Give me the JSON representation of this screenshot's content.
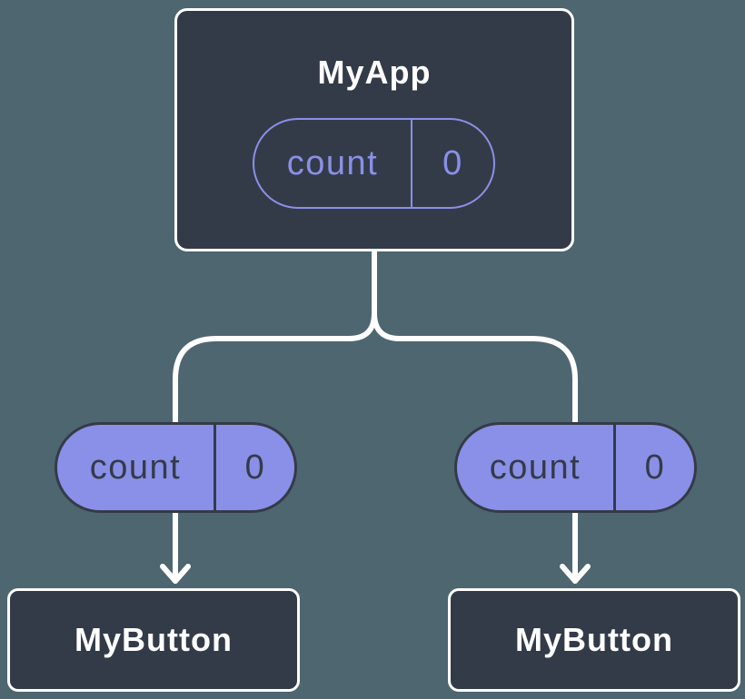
{
  "colors": {
    "background": "#4D6670",
    "node_fill": "#343B48",
    "node_border": "#FFFFFF",
    "node_text": "#FFFFFF",
    "accent_purple": "#8A90E8",
    "pill_dark_text": "#343B48",
    "connector": "#FFFFFF"
  },
  "tree": {
    "root": {
      "label": "MyApp",
      "state_pill": {
        "name": "count",
        "value": "0"
      }
    },
    "children": [
      {
        "label": "MyButton",
        "prop_pill": {
          "name": "count",
          "value": "0"
        }
      },
      {
        "label": "MyButton",
        "prop_pill": {
          "name": "count",
          "value": "0"
        }
      }
    ]
  }
}
